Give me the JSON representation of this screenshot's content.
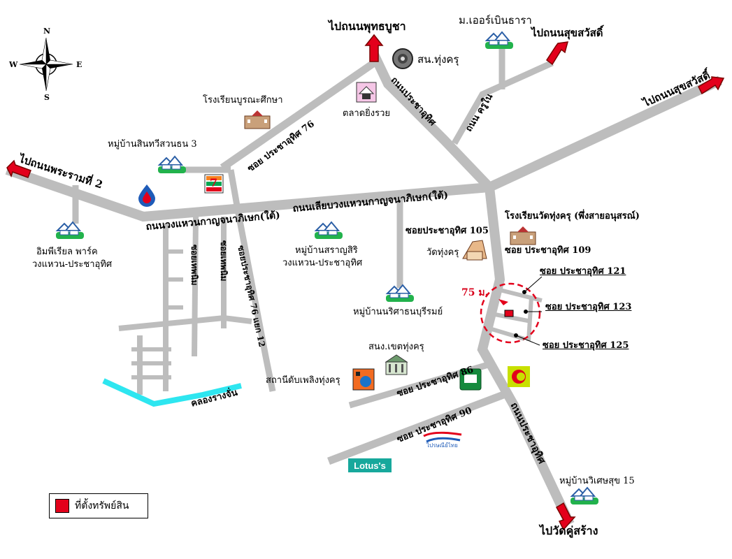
{
  "compass": {
    "n": "N",
    "s": "S",
    "e": "E",
    "w": "W"
  },
  "destinations": {
    "putthabucha": "ไปถนนพุทธบูชา",
    "suksawat_top": "ไปถนนสุขสวัสดิ์",
    "suksawat_right": "ไปถนนสุขสวัสดิ์",
    "rama2": "ไปถนนพระรามที่ 2",
    "wat_khu_sang": "ไปวัดคู่สร้าง"
  },
  "roads": {
    "kanchana_top": "ถนนเลียบวงแหวนกาญจนาภิเษก(ใต้)",
    "kanchana_left": "ถนนวงแหวนกาญจนาภิเษก(ใต้)",
    "pracha_uthit_n": "ถนนประชาอุทิศ",
    "pracha_uthit_s": "ถนนประชาอุทิศ",
    "khru_nai": "ถนน ครูใน",
    "soi76": "ซอย ประชาอุทิศ 76",
    "soi105": "ซอยประชาอุทิศ 105",
    "soi109": "ซอย ประชาอุทิศ 109",
    "soi121": "ซอย ประชาอุทิศ 121",
    "soi123": "ซอย ประชาอุทิศ 123",
    "soi125": "ซอย ประชาอุทิศ 125",
    "soi86": "ซอย ประชาอุทิศ 86",
    "soi90": "ซอย ประชาอุทิศ 90",
    "soi_a": "ซอยเทพนิม",
    "soi_b": "ซอยเทพนิม",
    "soi76_sub": "ซอยประชาอุทิศ 76 แยก 12",
    "canal": "คลองรางจั่น"
  },
  "places": {
    "mooban_ermthara": "ม.เออร์เบินธารา",
    "sn_thung_khru": "สน.ทุ่งครุ",
    "school_bun": "โรงเรียนบูรณะศึกษา",
    "talat": "ตลาดยิ่งรวย",
    "mooban_sin": "หมู่บ้านสินทวีสวนธน 3",
    "imperial_1": "อิมพีเรียล พาร์ค",
    "imperial_2": "วงแหวน-ประชาอุทิศ",
    "saransiri_1": "หมู่บ้านสราญสิริ",
    "saransiri_2": "วงแหวน-ประชาอุทิศ",
    "school_wat": "โรงเรียนวัดทุ่งครุ (พึ่งสายอนุสรณ์)",
    "wat_thung_khru": "วัดทุ่งครุ",
    "narisara": "หมู่บ้านนริศาธนบุรีรมย์",
    "district": "สนง.เขตทุ่งครุ",
    "fire_station": "สถานีดับเพลิงทุ่งครุ",
    "wiset": "หมู่บ้านวิเศษสุข 15",
    "lotus": "Lotus's",
    "seven": "7",
    "post": "ไปรษณีย์ไทย"
  },
  "distance": "75 ม.",
  "legend": {
    "label": "ที่ตั้งทรัพย์สิน",
    "color": "#e3001b"
  },
  "colors": {
    "road": "#c0c0c0",
    "arrow": "#e3001b",
    "canal": "#2ee6f0",
    "house_green": "#22b24c",
    "house_blue": "#2b5fa6"
  }
}
